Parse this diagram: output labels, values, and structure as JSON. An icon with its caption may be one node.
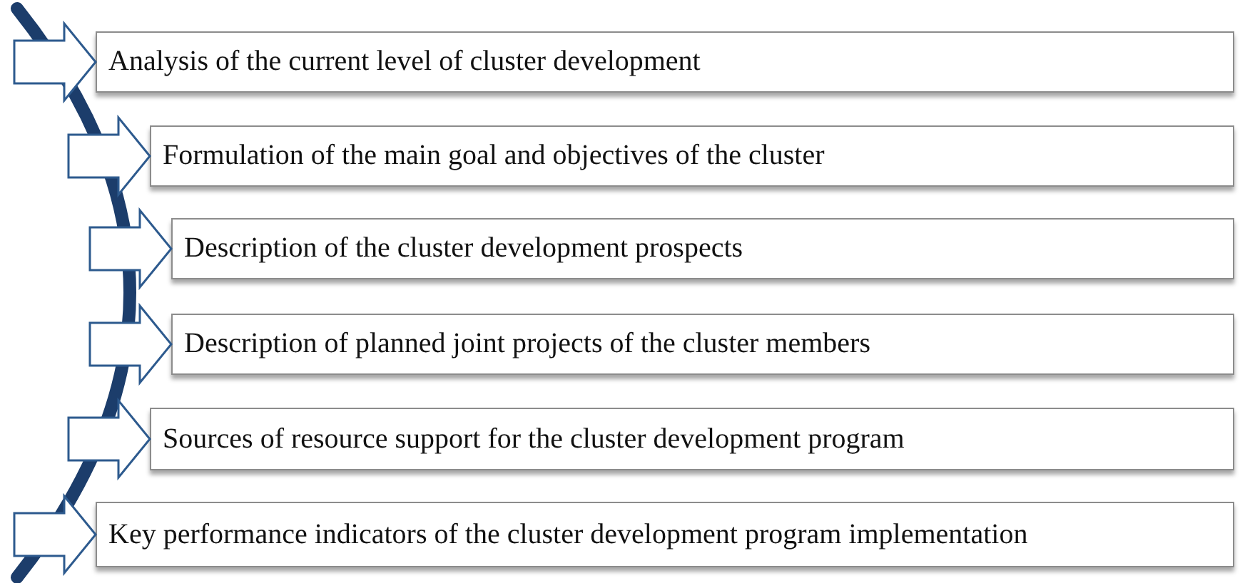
{
  "diagram": {
    "nodes": [
      {
        "text": [
          "Analysis of the current level of cluster development"
        ]
      },
      {
        "text": [
          "Formulation of the main goal and objectives of the cluster"
        ]
      },
      {
        "text": [
          "Description of the cluster development prospects"
        ]
      },
      {
        "text": [
          "Description of planned joint projects of the cluster members"
        ]
      },
      {
        "text": [
          "Sources of resource support for the cluster development program"
        ]
      },
      {
        "text": [
          "Key performance indicators of the cluster development program implementation"
        ]
      }
    ],
    "edges": [
      {
        "from": null,
        "to": 0,
        "arrow": "to"
      },
      {
        "from": null,
        "to": 1,
        "arrow": "to"
      },
      {
        "from": null,
        "to": 2,
        "arrow": "to"
      },
      {
        "from": null,
        "to": 3,
        "arrow": "to"
      },
      {
        "from": null,
        "to": 4,
        "arrow": "to"
      },
      {
        "from": null,
        "to": 5,
        "arrow": "to"
      }
    ]
  }
}
